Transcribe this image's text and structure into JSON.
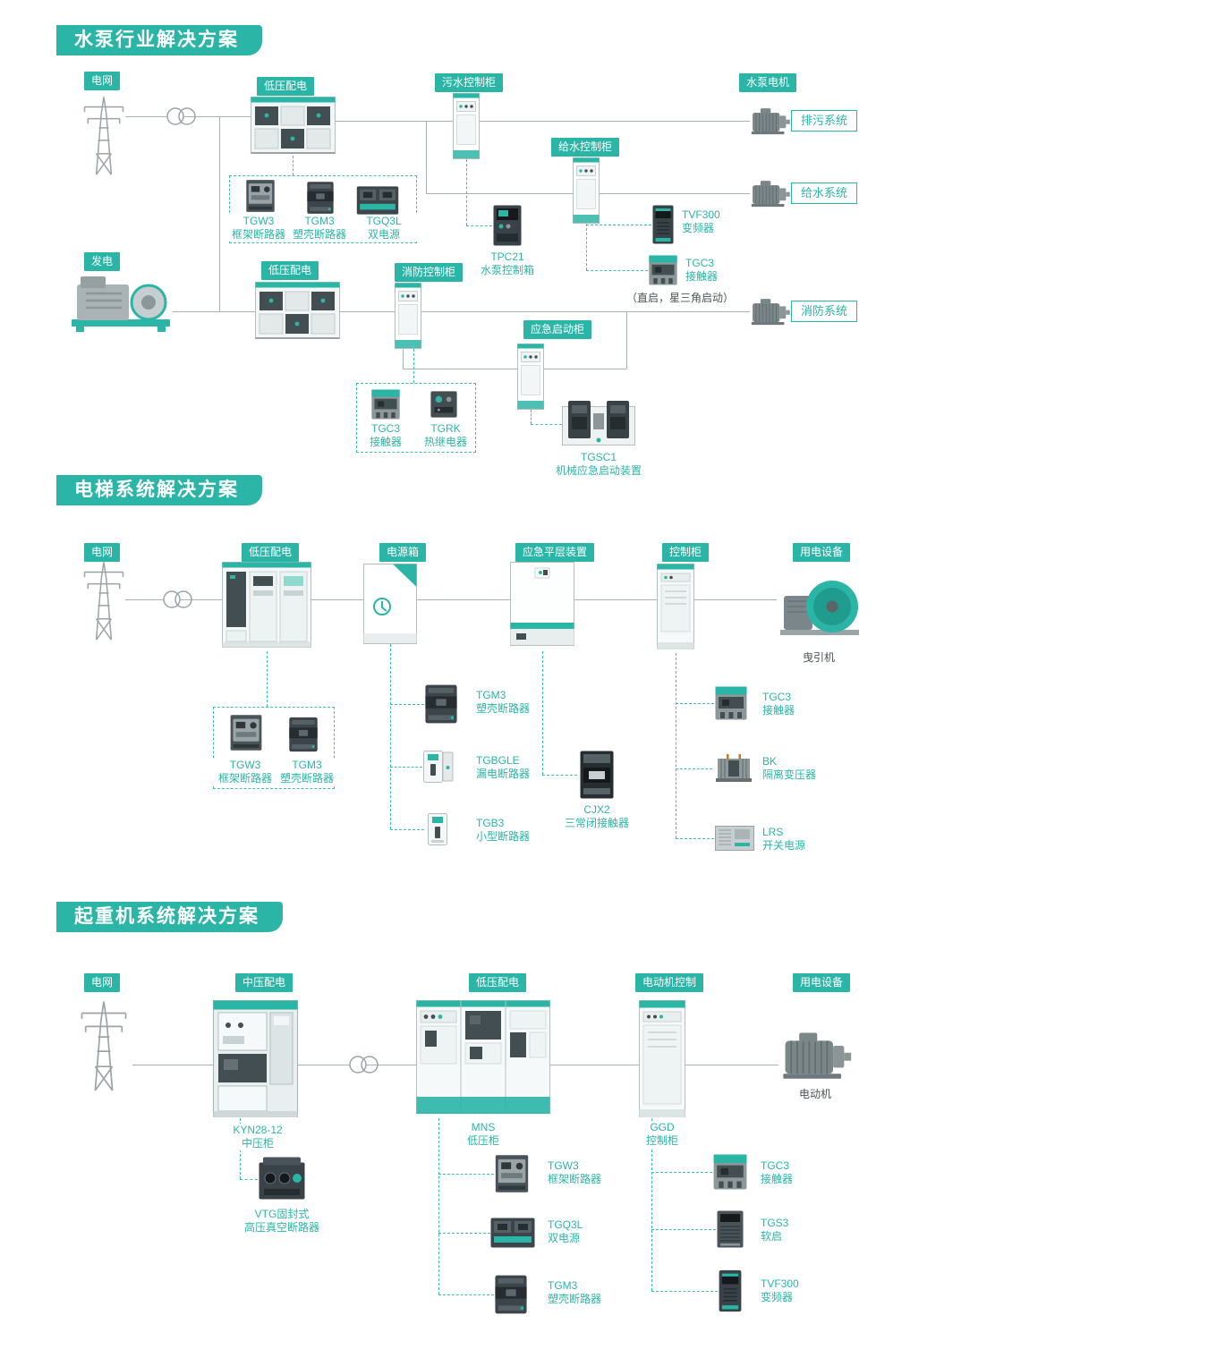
{
  "meta": {
    "accent_color": "#2bb5a6"
  },
  "s1": {
    "title": "水泵行业解决方案",
    "tags": {
      "grid": "电网",
      "lv1": "低压配电",
      "sewage": "污水控制柜",
      "pump_motor": "水泵电机",
      "water": "给水控制柜",
      "gen": "发电",
      "lv2": "低压配电",
      "fire": "消防控制柜",
      "emergency": "应急启动柜"
    },
    "systems": {
      "drain": "排污系统",
      "supply": "给水系统",
      "fire": "消防系统"
    },
    "note": "（直启，星三角启动）",
    "products": {
      "tgw3": {
        "name": "TGW3",
        "desc": "框架断路器"
      },
      "tgm3": {
        "name": "TGM3",
        "desc": "塑壳断路器"
      },
      "tgq3l": {
        "name": "TGQ3L",
        "desc": "双电源"
      },
      "tpc21": {
        "name": "TPC21",
        "desc": "水泵控制箱"
      },
      "tvf300": {
        "name": "TVF300",
        "desc": "变频器"
      },
      "tgc3_vfd": {
        "name": "TGC3",
        "desc": "接触器"
      },
      "tgc3_fire": {
        "name": "TGC3",
        "desc": "接触器"
      },
      "tgrk": {
        "name": "TGRK",
        "desc": "热继电器"
      },
      "tgsc1": {
        "name": "TGSC1",
        "desc": "机械应急启动装置"
      }
    }
  },
  "s2": {
    "title": "电梯系统解决方案",
    "tags": {
      "grid": "电网",
      "lv": "低压配电",
      "powerbox": "电源箱",
      "leveling": "应急平层装置",
      "ctrl": "控制柜",
      "load": "用电设备"
    },
    "labels": {
      "traction": "曳引机"
    },
    "products": {
      "tgw3": {
        "name": "TGW3",
        "desc": "框架断路器"
      },
      "tgm3_box": {
        "name": "TGM3",
        "desc": "塑壳断路器"
      },
      "tgm3": {
        "name": "TGM3",
        "desc": "塑壳断路器"
      },
      "tgbgle": {
        "name": "TGBGLE",
        "desc": "漏电断路器"
      },
      "tgb3": {
        "name": "TGB3",
        "desc": "小型断路器"
      },
      "cjx2": {
        "name": "CJX2",
        "desc": "三常闭接触器"
      },
      "tgc3": {
        "name": "TGC3",
        "desc": "接触器"
      },
      "bk": {
        "name": "BK",
        "desc": "隔离变压器"
      },
      "lrs": {
        "name": "LRS",
        "desc": "开关电源"
      }
    }
  },
  "s3": {
    "title": "起重机系统解决方案",
    "tags": {
      "grid": "电网",
      "mv": "中压配电",
      "lv": "低压配电",
      "motor_ctrl": "电动机控制",
      "load": "用电设备"
    },
    "labels": {
      "kyn": {
        "name": "KYN28-12",
        "desc": "中压柜"
      },
      "mns": {
        "name": "MNS",
        "desc": "低压柜"
      },
      "ggd": {
        "name": "GGD",
        "desc": "控制柜"
      },
      "motor": "电动机"
    },
    "products": {
      "vtg": {
        "name": "VTG固封式",
        "desc": "高压真空断路器"
      },
      "tgw3": {
        "name": "TGW3",
        "desc": "框架断路器"
      },
      "tgq3l": {
        "name": "TGQ3L",
        "desc": "双电源"
      },
      "tgm3": {
        "name": "TGM3",
        "desc": "塑壳断路器"
      },
      "tgc3": {
        "name": "TGC3",
        "desc": "接触器"
      },
      "tgs3": {
        "name": "TGS3",
        "desc": "软启"
      },
      "tvf300": {
        "name": "TVF300",
        "desc": "变频器"
      }
    }
  }
}
